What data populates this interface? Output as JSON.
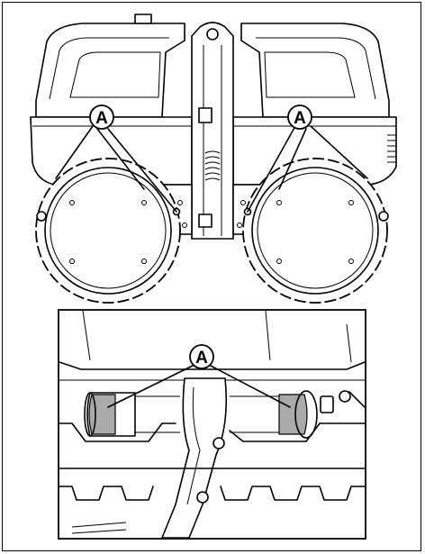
{
  "callouts": {
    "top_left": "A",
    "top_right": "A",
    "bottom": "A"
  },
  "colors": {
    "line": "#000000",
    "background": "#ffffff",
    "shade": "#aaaaaa"
  }
}
